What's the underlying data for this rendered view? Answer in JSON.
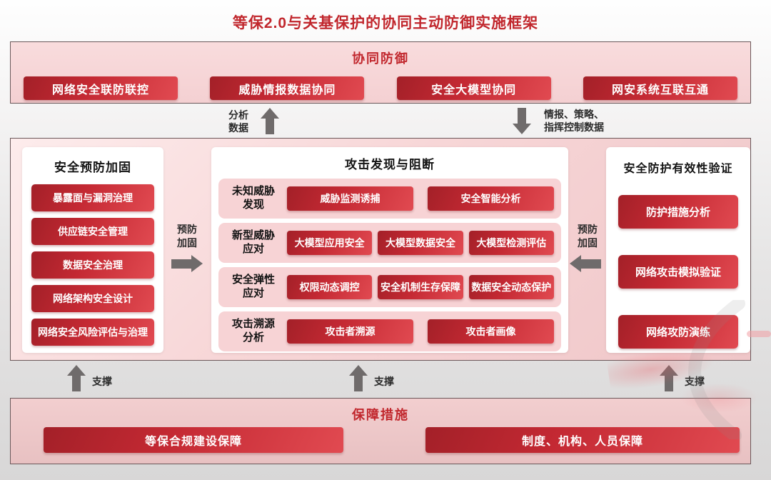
{
  "page_title": "等保2.0与关基保护的协同主动防御实施框架",
  "colors": {
    "brand_red": "#c1272d",
    "button_red_dark": "#a32028",
    "button_red_light": "#e14a51",
    "band_pink": "#f7d7d8",
    "row_pink": "#f7d3d5",
    "arrow_gray": "#6f6b6b"
  },
  "collaborative_defense": {
    "title": "协同防御",
    "buttons": [
      {
        "label": "网络安全联防联控"
      },
      {
        "label": "威胁情报数据协同"
      },
      {
        "label": "安全大模型协同"
      },
      {
        "label": "网安系统互联互通"
      }
    ]
  },
  "data_flows": {
    "up_arrow_label": "分析\n数据",
    "down_arrow_label": "情报、策略、\n指挥控制数据"
  },
  "defense_core": {
    "prevention_panel": {
      "title": "安全预防加固",
      "items": [
        {
          "label": "暴露面与漏洞治理"
        },
        {
          "label": "供应链安全管理"
        },
        {
          "label": "数据安全治理"
        },
        {
          "label": "网络架构安全设计"
        },
        {
          "label": "网络安全风险评估与治理"
        }
      ]
    },
    "prevention_arrow_label": "预防\n加固",
    "detection_panel": {
      "title": "攻击发现与阻断",
      "rows": [
        {
          "label": "未知威胁\n发现",
          "buttons": [
            {
              "label": "威胁监测诱捕"
            },
            {
              "label": "安全智能分析"
            }
          ]
        },
        {
          "label": "新型威胁\n应对",
          "buttons": [
            {
              "label": "大模型应用安全"
            },
            {
              "label": "大模型数据安全"
            },
            {
              "label": "大模型检测评估"
            }
          ]
        },
        {
          "label": "安全弹性\n应对",
          "buttons": [
            {
              "label": "权限动态调控"
            },
            {
              "label": "安全机制生存保障"
            },
            {
              "label": "数据安全动态保护"
            }
          ]
        },
        {
          "label": "攻击溯源\n分析",
          "buttons": [
            {
              "label": "攻击者溯源"
            },
            {
              "label": "攻击者画像"
            }
          ]
        }
      ]
    },
    "validation_panel": {
      "title": "安全防护有效性验证",
      "items": [
        {
          "label": "防护措施分析"
        },
        {
          "label": "网络攻击模拟验证"
        },
        {
          "label": "网络攻防演练"
        }
      ]
    }
  },
  "support_label": "支撑",
  "safeguards": {
    "title": "保障措施",
    "buttons": [
      {
        "label": "等保合规建设保障"
      },
      {
        "label": "制度、机构、人员保障"
      }
    ]
  }
}
